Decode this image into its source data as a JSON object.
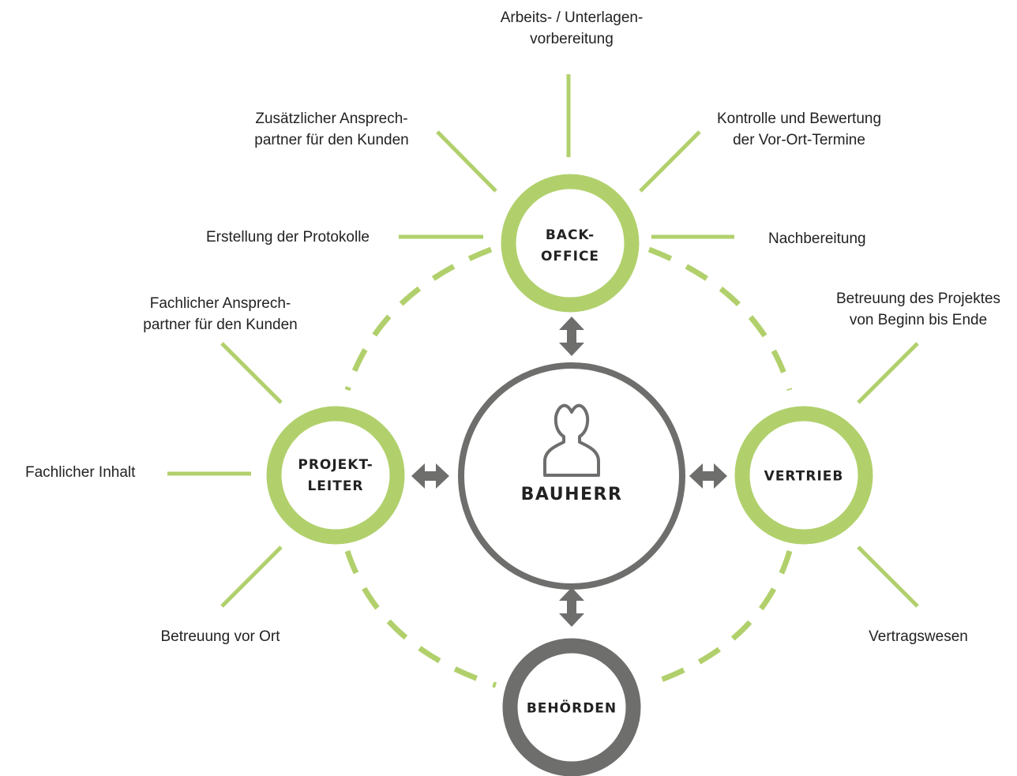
{
  "colors": {
    "green": "#b1d06c",
    "gray": "#6e6e6d",
    "text": "#222222"
  },
  "center": {
    "icon": "person-icon",
    "label": "BAUHERR"
  },
  "nodes": {
    "backoffice": [
      "BACK-",
      "OFFICE"
    ],
    "projektleiter": [
      "PROJEKT-",
      "LEITER"
    ],
    "vertrieb": [
      "VERTRIEB"
    ],
    "behoerden": [
      "BEHÖRDEN"
    ]
  },
  "labels": {
    "arbeits": [
      "Arbeits- / Unterlagen-",
      "vorbereitung"
    ],
    "zusaetzlich": [
      "Zusätzlicher Ansprech-",
      "partner für den Kunden"
    ],
    "kontrolle": [
      "Kontrolle und Bewertung",
      "der Vor-Ort-Termine"
    ],
    "protokolle": [
      "Erstellung der Protokolle"
    ],
    "nachbereitung": [
      "Nachbereitung"
    ],
    "fachlich_ansprech": [
      "Fachlicher Ansprech-",
      "partner für den Kunden"
    ],
    "betreuung_projekt": [
      "Betreuung des Projektes",
      "von Beginn bis Ende"
    ],
    "fachlich_inhalt": [
      "Fachlicher Inhalt"
    ],
    "betreuung_ort": [
      "Betreuung vor Ort"
    ],
    "vertragswesen": [
      "Vertragswesen"
    ]
  }
}
